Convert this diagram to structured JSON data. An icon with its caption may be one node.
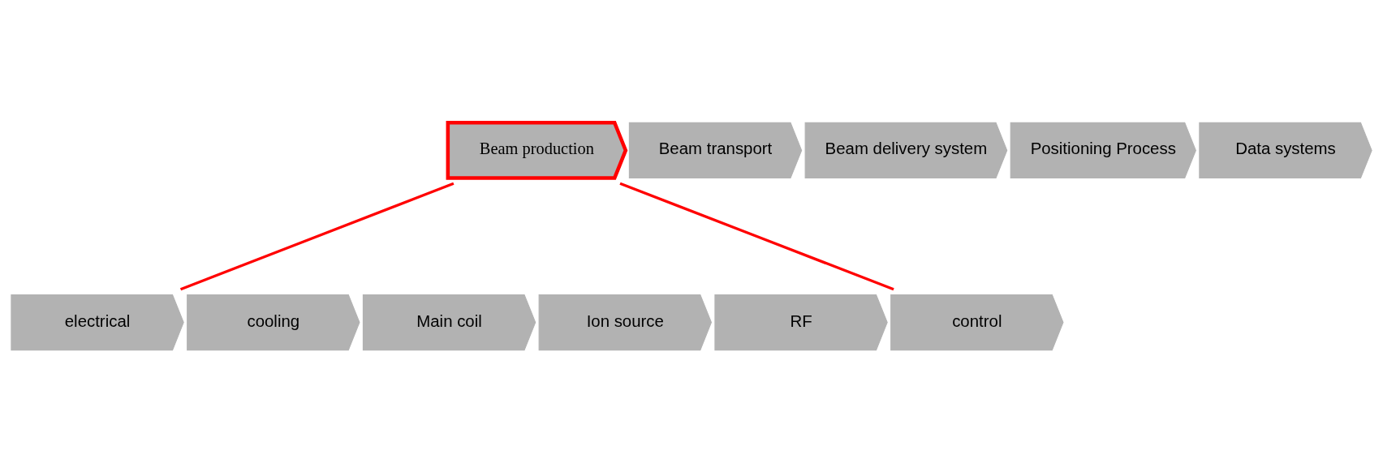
{
  "diagram": {
    "nodes": [
      {
        "text": [
          "Beam production"
        ]
      },
      {
        "text": [
          "Beam transport"
        ]
      },
      {
        "text": [
          "Beam delivery system"
        ]
      },
      {
        "text": [
          "Positioning Process"
        ]
      },
      {
        "text": [
          "Data systems"
        ]
      },
      {
        "text": [
          "electrical"
        ]
      },
      {
        "text": [
          "cooling"
        ]
      },
      {
        "text": [
          "Main coil"
        ]
      },
      {
        "text": [
          "Ion source"
        ]
      },
      {
        "text": [
          "RF"
        ]
      },
      {
        "text": [
          "control"
        ]
      }
    ],
    "edges": [
      {
        "from": 0,
        "to": 5,
        "arrow": "none"
      },
      {
        "from": 0,
        "to": 10,
        "arrow": "none"
      }
    ]
  }
}
